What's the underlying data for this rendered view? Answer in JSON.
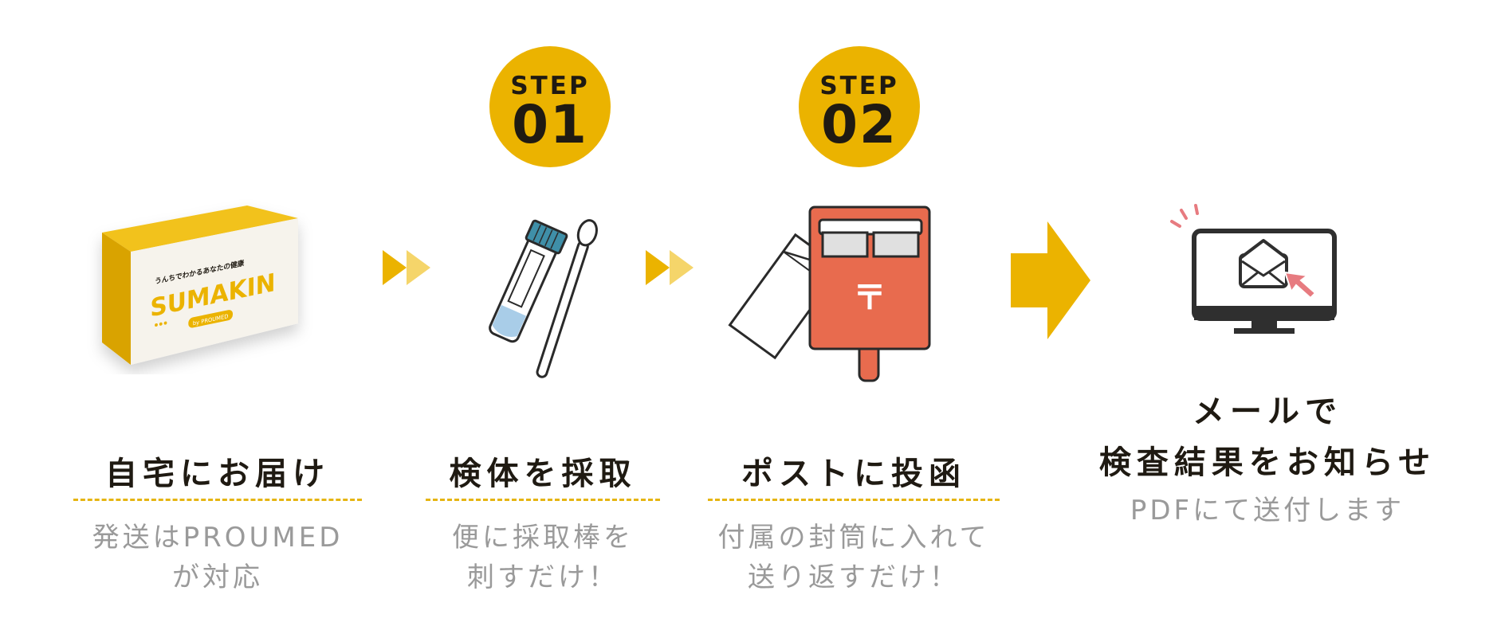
{
  "colors": {
    "accent": "#ebb300",
    "accent_light": "#f5d56a",
    "text_dark": "#1f1a12",
    "text_gray": "#9a9a9a",
    "mailbox": "#e86b4e",
    "arrow_pink": "#e77b80"
  },
  "badges": [
    {
      "label": "STEP",
      "number": "01"
    },
    {
      "label": "STEP",
      "number": "02"
    }
  ],
  "box": {
    "tagline": "うんちでわかるあなたの健康",
    "brand": "SUMAKIN",
    "sub": "by PROUMED"
  },
  "mailbox": {
    "mark": "〒"
  },
  "steps": [
    {
      "title": "自宅にお届け",
      "desc_line1": "発送はPROUMED",
      "desc_line2": "が対応"
    },
    {
      "title": "検体を採取",
      "desc_line1": "便に採取棒を",
      "desc_line2": "刺すだけ！"
    },
    {
      "title": "ポストに投函",
      "desc_line1": "付属の封筒に入れて",
      "desc_line2": "送り返すだけ！"
    }
  ],
  "final": {
    "title_line1": "メールで",
    "title_line2": "検査結果をお知らせ",
    "desc": "PDFにて送付します"
  },
  "icons": [
    "kit-box-icon",
    "double-chevron-right-icon",
    "sample-tube-icon",
    "swab-stick-icon",
    "envelope-icon",
    "mailbox-icon",
    "big-arrow-right-icon",
    "monitor-icon",
    "mail-icon",
    "cursor-arrow-icon"
  ]
}
